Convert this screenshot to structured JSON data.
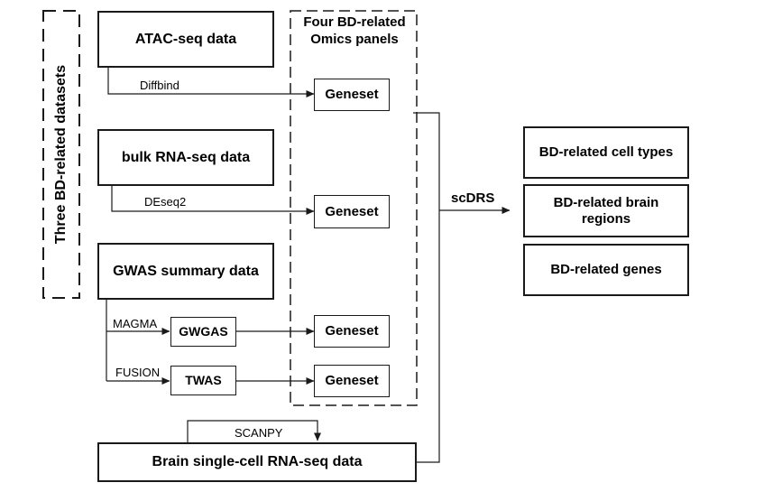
{
  "datasets_label": "Three BD-related datasets",
  "panel_title_line1": "Four BD-related",
  "panel_title_line2": "Omics panels",
  "sources": {
    "atac": "ATAC-seq data",
    "bulk": "bulk RNA-seq data",
    "gwas": "GWAS summary data",
    "brain": "Brain single-cell RNA-seq data"
  },
  "methods": {
    "diffbind": "Diffbind",
    "deseq2": "DEseq2",
    "magma": "MAGMA",
    "fusion": "FUSION",
    "scanpy": "SCANPY",
    "scdrs": "scDRS"
  },
  "intermediates": {
    "gwgas": "GWGAS",
    "twas": "TWAS"
  },
  "geneset_label": "Geneset",
  "outputs": {
    "cell_types": "BD-related cell types",
    "brain_regions": "BD-related brain regions",
    "genes": "BD-related genes"
  }
}
